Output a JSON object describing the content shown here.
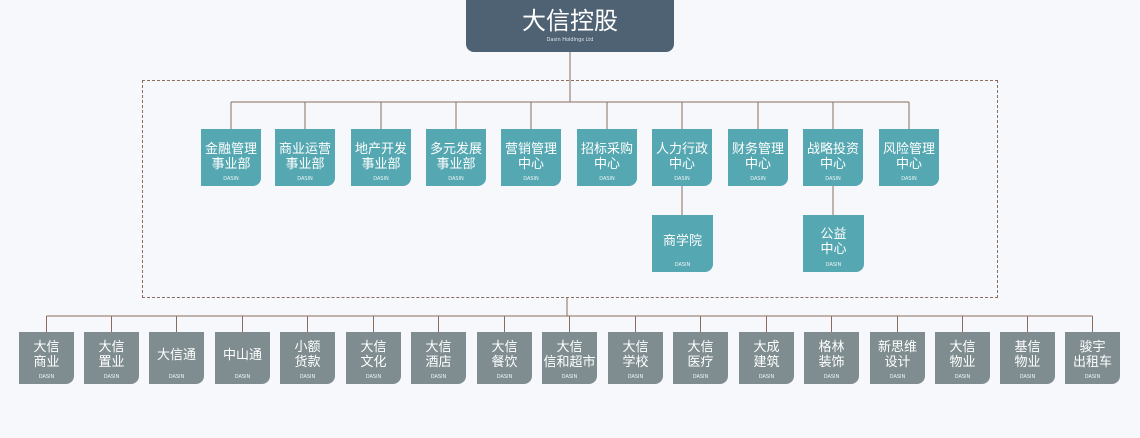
{
  "root": {
    "title": "大信控股",
    "subtitle": "Dasin Holdings Ltd"
  },
  "departments": [
    {
      "line1": "金融管理",
      "line2": "事业部",
      "tag": "DASIN"
    },
    {
      "line1": "商业运营",
      "line2": "事业部",
      "tag": "DASIN"
    },
    {
      "line1": "地产开发",
      "line2": "事业部",
      "tag": "DASIN"
    },
    {
      "line1": "多元发展",
      "line2": "事业部",
      "tag": "DASIN"
    },
    {
      "line1": "营销管理",
      "line2": "中心",
      "tag": "DASIN"
    },
    {
      "line1": "招标采购",
      "line2": "中心",
      "tag": "DASIN"
    },
    {
      "line1": "人力行政",
      "line2": "中心",
      "tag": "DASIN"
    },
    {
      "line1": "财务管理",
      "line2": "中心",
      "tag": "DASIN"
    },
    {
      "line1": "战略投资",
      "line2": "中心",
      "tag": "DASIN"
    },
    {
      "line1": "风险管理",
      "line2": "中心",
      "tag": "DASIN"
    }
  ],
  "sub_units": [
    {
      "line1": "商学院",
      "line2": "",
      "tag": "DASIN"
    },
    {
      "line1": "公益",
      "line2": "中心",
      "tag": "DASIN"
    }
  ],
  "companies": [
    {
      "line1": "大信",
      "line2": "商业",
      "tag": "DASIN"
    },
    {
      "line1": "大信",
      "line2": "置业",
      "tag": "DASIN"
    },
    {
      "line1": "大信通",
      "line2": "",
      "tag": "DASIN"
    },
    {
      "line1": "中山通",
      "line2": "",
      "tag": "DASIN"
    },
    {
      "line1": "小额",
      "line2": "货款",
      "tag": "DASIN"
    },
    {
      "line1": "大信",
      "line2": "文化",
      "tag": "DASIN"
    },
    {
      "line1": "大信",
      "line2": "酒店",
      "tag": "DASIN"
    },
    {
      "line1": "大信",
      "line2": "餐饮",
      "tag": "DASIN"
    },
    {
      "line1": "大信",
      "line2": "信和超市",
      "tag": "DASIN"
    },
    {
      "line1": "大信",
      "line2": "学校",
      "tag": "DASIN"
    },
    {
      "line1": "大信",
      "line2": "医疗",
      "tag": "DASIN"
    },
    {
      "line1": "大成",
      "line2": "建筑",
      "tag": "DASIN"
    },
    {
      "line1": "格林",
      "line2": "装饰",
      "tag": "DASIN"
    },
    {
      "line1": "新思维",
      "line2": "设计",
      "tag": "DASIN"
    },
    {
      "line1": "大信",
      "line2": "物业",
      "tag": "DASIN"
    },
    {
      "line1": "基信",
      "line2": "物业",
      "tag": "DASIN"
    },
    {
      "line1": "骏宇",
      "line2": "出租车",
      "tag": "DASIN"
    }
  ],
  "colors": {
    "root": "#4f6273",
    "department": "#55a7b1",
    "company": "#7f8d90",
    "connector": "#8a6d5c"
  }
}
